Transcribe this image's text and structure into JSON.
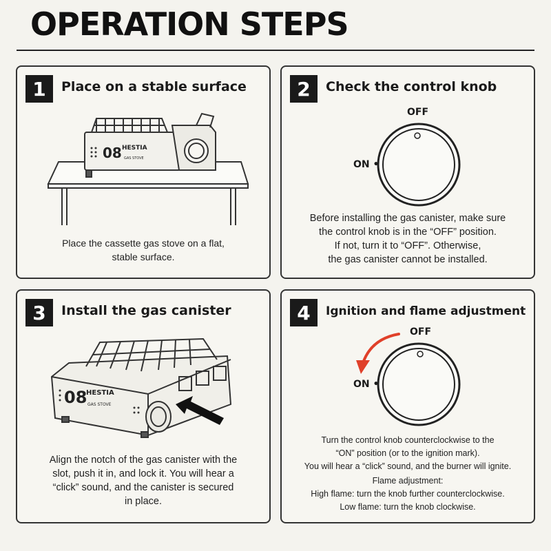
{
  "page": {
    "title": "OPERATION STEPS"
  },
  "steps": [
    {
      "number": "1",
      "title": "Place on a stable surface",
      "lines": [
        "Place the cassette gas stove on a flat,",
        "stable surface."
      ],
      "stove_brand": "HESTIA",
      "stove_model": "08",
      "stove_subtitle": "GAS STOVE"
    },
    {
      "number": "2",
      "title": "Check the control knob",
      "knob_off_label": "OFF",
      "knob_on_label": "ON •",
      "lines": [
        "Before installing the gas canister, make sure",
        "the control knob is in the “OFF” position.",
        "If not, turn it to “OFF”. Otherwise,",
        "the gas canister cannot be installed."
      ]
    },
    {
      "number": "3",
      "title": "Install the gas canister",
      "lines": [
        "Align the notch of the gas canister with the",
        "slot, push it in, and lock it. You will hear a",
        "“click” sound, and the canister is secured",
        "in place."
      ],
      "stove_brand": "HESTIA",
      "stove_model": "08",
      "stove_subtitle": "GAS STOVE"
    },
    {
      "number": "4",
      "title": "Ignition and flame adjustment",
      "knob_off_label": "OFF",
      "knob_on_label": "ON •",
      "lines": [
        "Turn the control knob counterclockwise to the",
        "“ON” position (or to the ignition mark).",
        "You will hear a “click” sound, and the burner will ignite.",
        "Flame adjustment:",
        "High flame: turn the knob further counterclockwise.",
        "Low flame: turn the knob clockwise."
      ]
    }
  ],
  "colors": {
    "arrow": "#e0402a",
    "ink": "#1a1a1a"
  }
}
